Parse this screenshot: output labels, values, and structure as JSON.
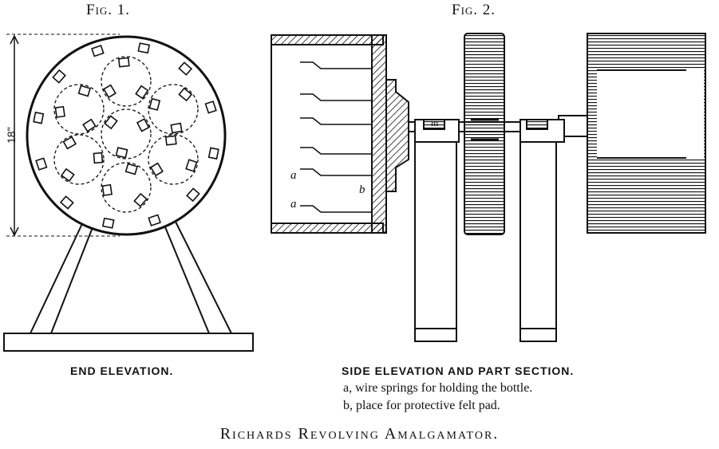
{
  "fig1": {
    "label": "Fig. 1.",
    "caption": "END ELEVATION.",
    "dimension": "18\""
  },
  "fig2": {
    "label": "Fig. 2.",
    "caption": "SIDE ELEVATION AND PART SECTION.",
    "legend": [
      "a, wire springs for holding the bottle.",
      "b, place for protective felt pad."
    ],
    "part_letters": {
      "a1": "a",
      "a2": "a",
      "b": "b"
    },
    "box_mark": "m"
  },
  "title": "Richards Revolving Amalgamator."
}
